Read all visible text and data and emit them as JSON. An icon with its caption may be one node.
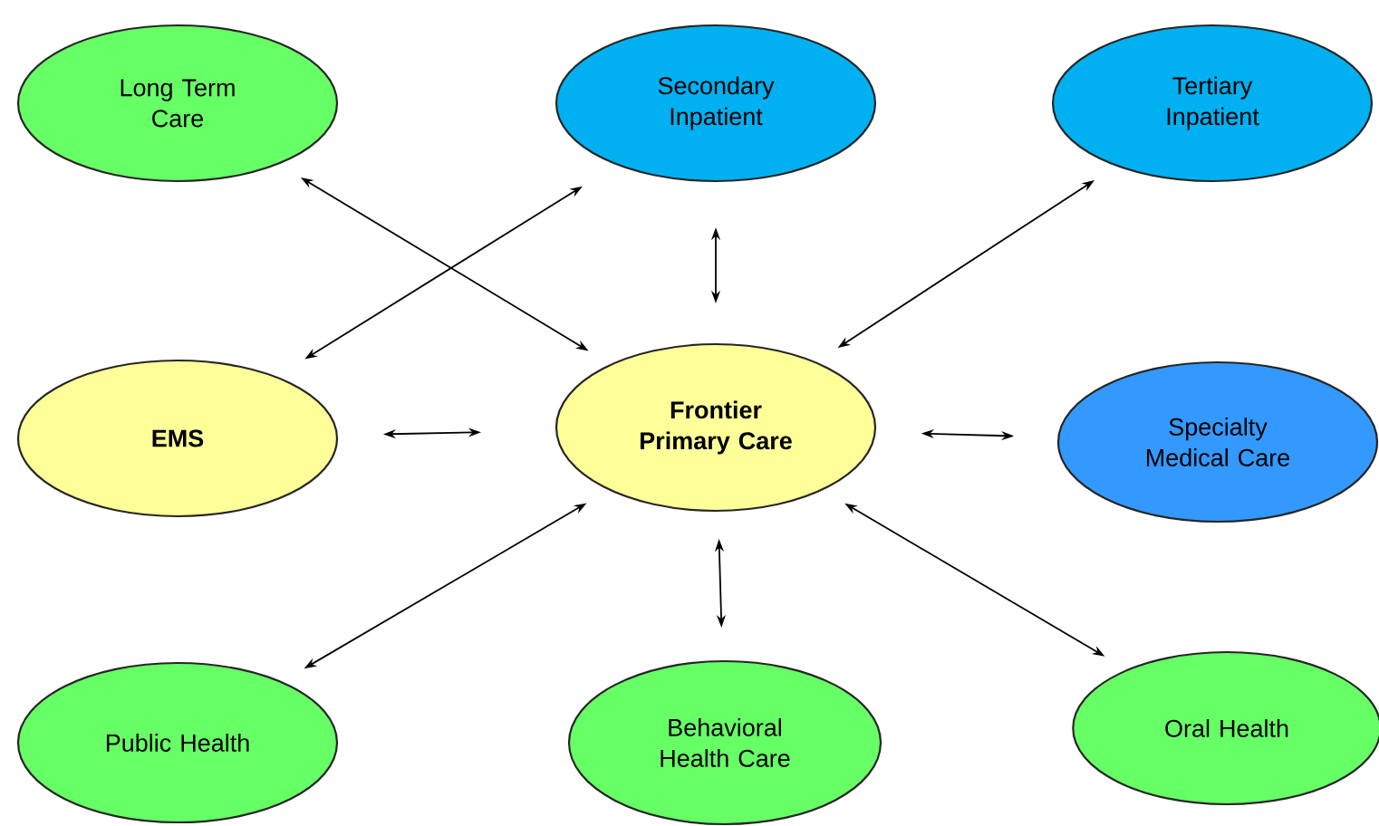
{
  "diagram": {
    "nodes": [
      {
        "text": [
          "Long Term Care"
        ]
      },
      {
        "text": [
          "Secondary Inpatient"
        ]
      },
      {
        "text": [
          "Tertiary Inpatient"
        ]
      },
      {
        "text": [
          "EMS"
        ]
      },
      {
        "text": [
          "Frontier Primary Care"
        ]
      },
      {
        "text": [
          "Specialty Medical Care"
        ]
      },
      {
        "text": [
          "Public Health"
        ]
      },
      {
        "text": [
          "Behavioral Health Care"
        ]
      },
      {
        "text": [
          "Oral Health"
        ]
      }
    ],
    "edges": [
      {
        "from": 0,
        "to": 4,
        "arrow": "both"
      },
      {
        "from": 1,
        "to": 3,
        "arrow": "both"
      },
      {
        "from": 1,
        "to": 4,
        "arrow": "both"
      },
      {
        "from": 2,
        "to": 4,
        "arrow": "both"
      },
      {
        "from": 3,
        "to": 4,
        "arrow": "both"
      },
      {
        "from": 4,
        "to": 5,
        "arrow": "both"
      },
      {
        "from": 6,
        "to": 4,
        "arrow": "both"
      },
      {
        "from": 7,
        "to": 4,
        "arrow": "both"
      },
      {
        "from": 8,
        "to": 4,
        "arrow": "both"
      }
    ]
  }
}
